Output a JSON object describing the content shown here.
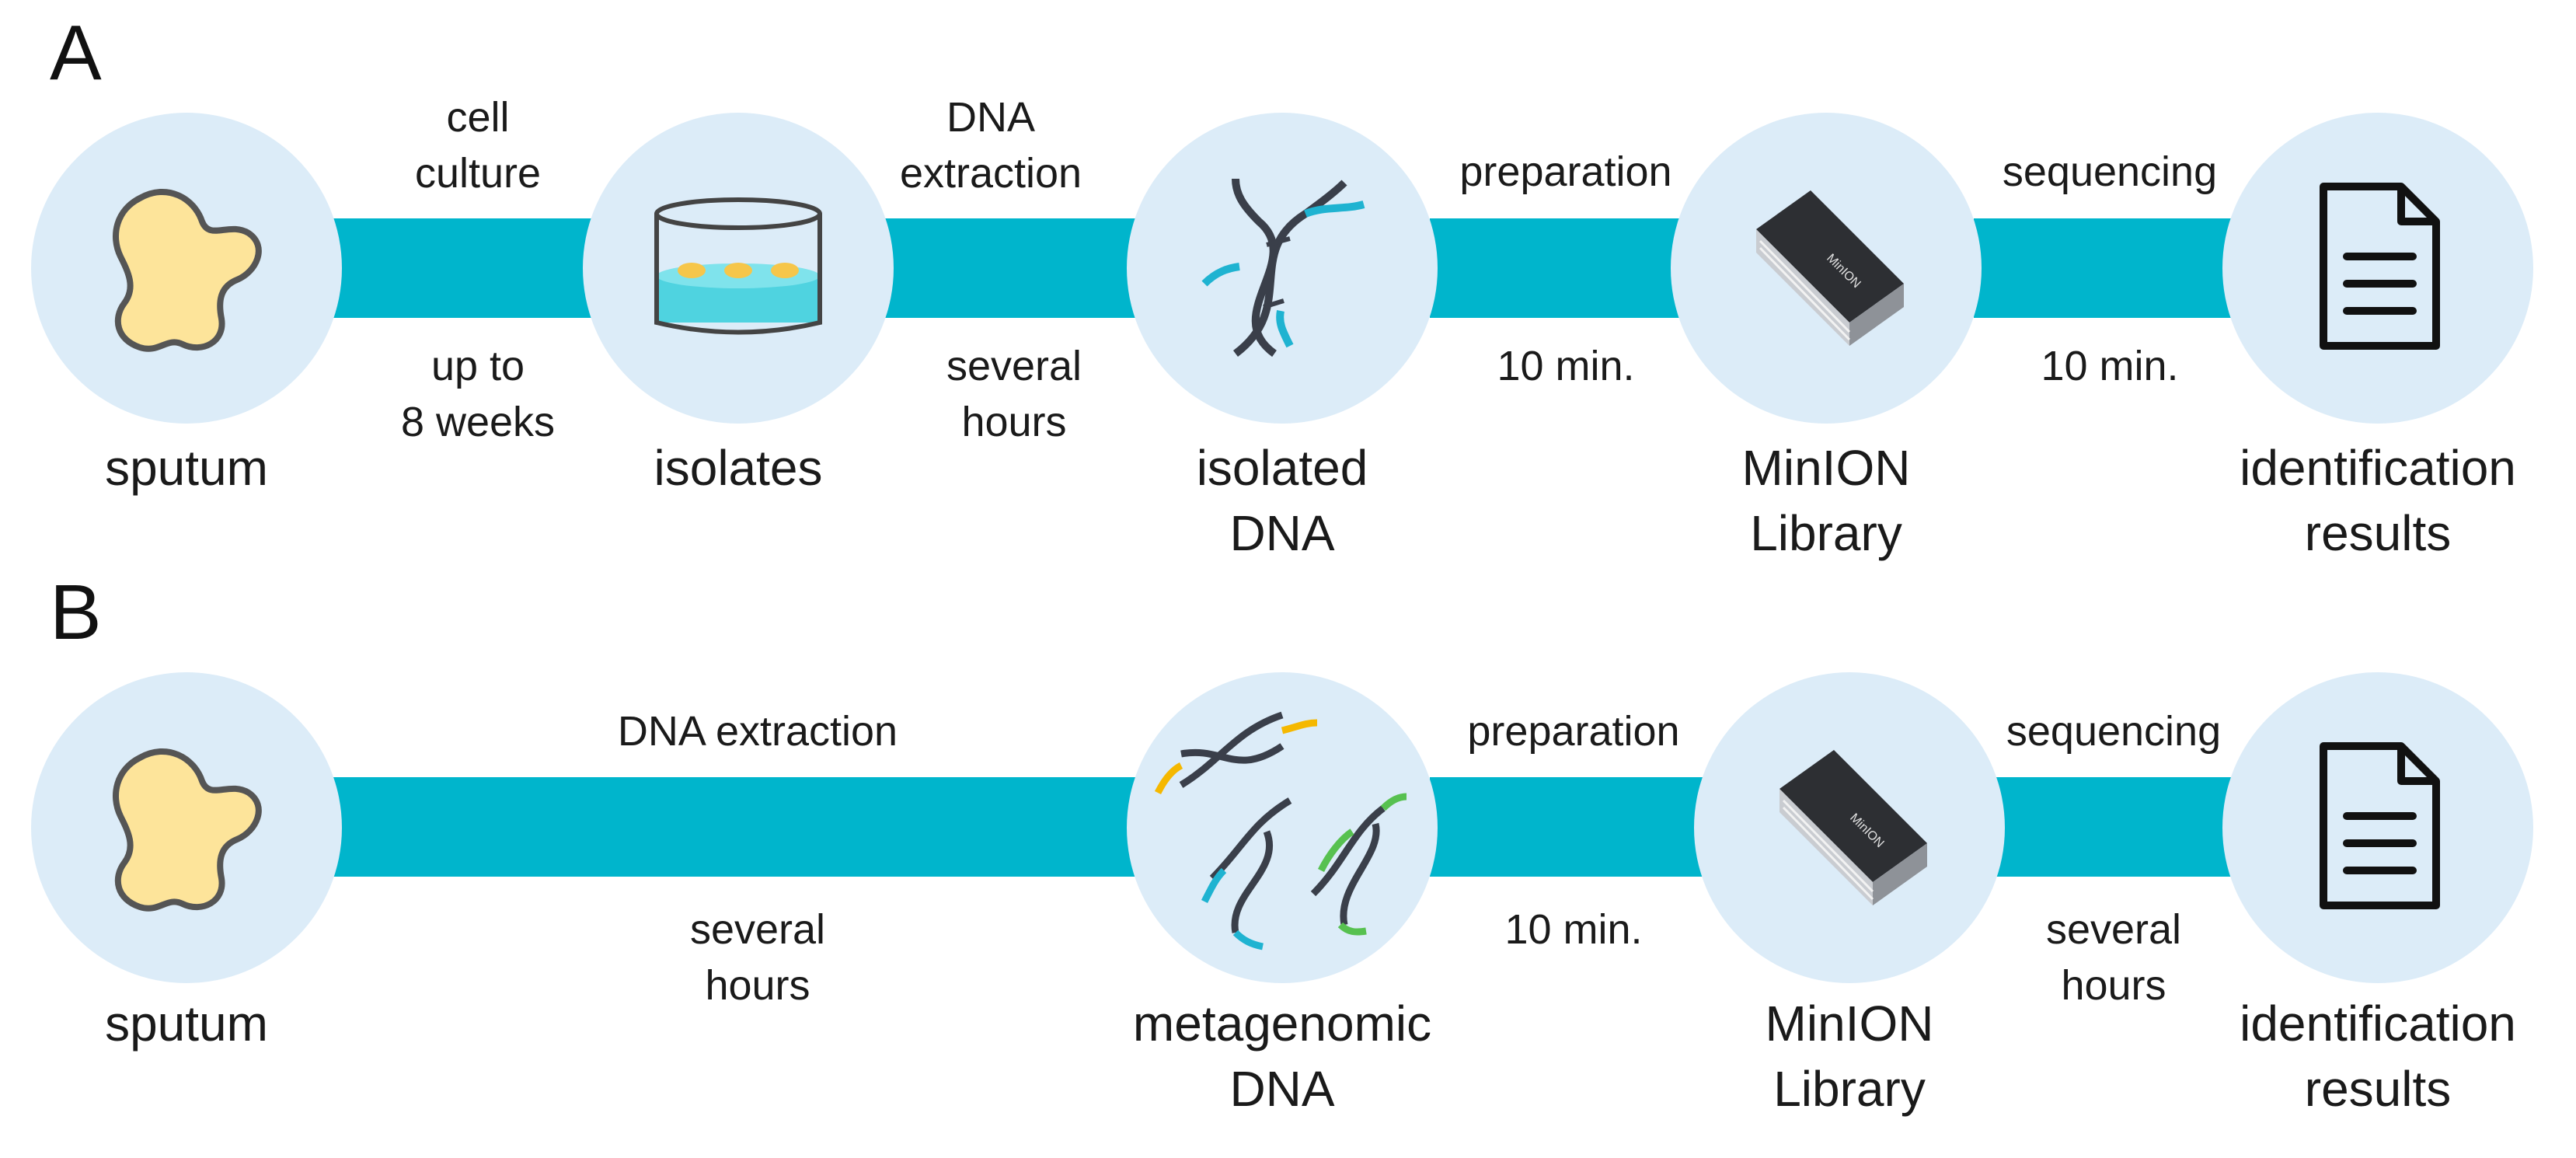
{
  "panels": [
    {
      "letter": "A",
      "nodes": [
        {
          "icon": "sputum-blob-icon",
          "label": [
            "sputum"
          ]
        },
        {
          "icon": "petri-dish-icon",
          "label": [
            "isolates"
          ]
        },
        {
          "icon": "dna-helix-icon",
          "label": [
            "isolated",
            "DNA"
          ]
        },
        {
          "icon": "minion-device-icon",
          "label": [
            "MinION",
            "Library"
          ]
        },
        {
          "icon": "document-icon",
          "label": [
            "identification",
            "results"
          ]
        }
      ],
      "steps": [
        {
          "process": [
            "cell",
            "culture"
          ],
          "time": [
            "up to",
            "8 weeks"
          ]
        },
        {
          "process": [
            "DNA",
            "extraction"
          ],
          "time": [
            "several",
            "hours"
          ]
        },
        {
          "process": [
            "preparation"
          ],
          "time": [
            "10 min."
          ]
        },
        {
          "process": [
            "sequencing"
          ],
          "time": [
            "10 min."
          ]
        }
      ]
    },
    {
      "letter": "B",
      "nodes": [
        {
          "icon": "sputum-blob-icon",
          "label": [
            "sputum"
          ]
        },
        {
          "icon": "metagenomic-dna-icon",
          "label": [
            "metagenomic",
            "DNA"
          ]
        },
        {
          "icon": "minion-device-icon",
          "label": [
            "MinION",
            "Library"
          ]
        },
        {
          "icon": "document-icon",
          "label": [
            "identification",
            "results"
          ]
        }
      ],
      "steps": [
        {
          "process": [
            "DNA extraction"
          ],
          "time": [
            "several",
            "hours"
          ]
        },
        {
          "process": [
            "preparation"
          ],
          "time": [
            "10 min."
          ]
        },
        {
          "process": [
            "sequencing"
          ],
          "time": [
            "several",
            "hours"
          ]
        }
      ]
    }
  ],
  "colors": {
    "bar": "#00b5cc",
    "node_bg": "#dcecf8",
    "sputum_fill": "#fde49a",
    "dna_accent_blue": "#1fb3d1",
    "dna_accent_yellow": "#f5b800",
    "dna_accent_green": "#57c150"
  }
}
